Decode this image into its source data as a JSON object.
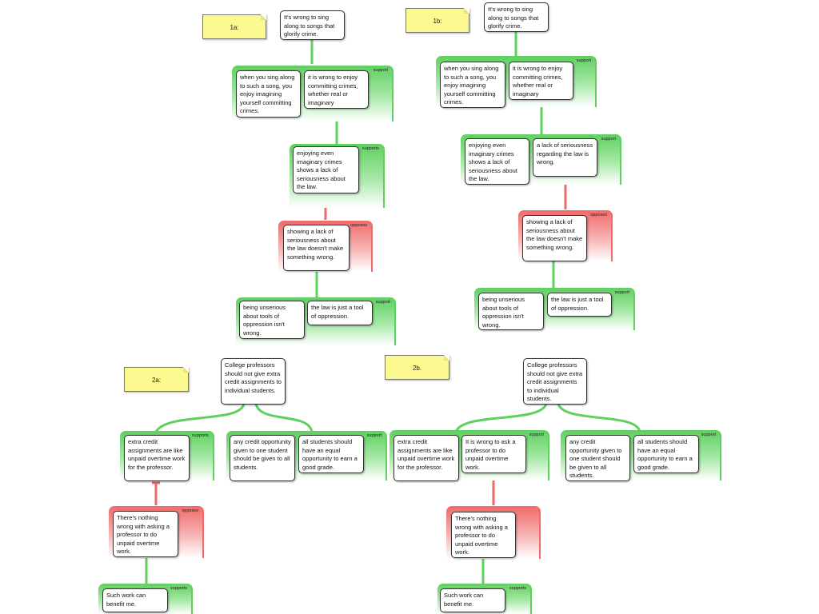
{
  "colors": {
    "support": "#5fd05f",
    "oppose": "#f06a6a",
    "note": "#fcf990",
    "node_border": "#333333"
  },
  "labels": {
    "support": "support",
    "supports": "supports",
    "opposes": "opposes"
  },
  "maps": [
    {
      "id": "1a",
      "note": "1a:",
      "claim": "It's wrong to sing along to songs that glorify crime.",
      "support1": [
        "when you sing along to such a song, you enjoy imagining yourself committing crimes.",
        "it is wrong to enjoy committing crimes, whether real or imaginary"
      ],
      "support2": [
        "enjoying even imaginary crimes shows a lack of seriousness about the law."
      ],
      "objection": "showing a lack of seriousness about the law doesn't make something wrong.",
      "support3": [
        "being unserious about tools of oppression isn't wrong.",
        "the law is just a tool of oppression."
      ]
    },
    {
      "id": "1b",
      "note": "1b:",
      "claim": "It's wrong to sing along to songs that glorify crime.",
      "support1": [
        "when you sing along to such a song, you enjoy imagining yourself committing crimes.",
        "it is wrong to enjoy committing crimes, whether real or imaginary"
      ],
      "support2": [
        "enjoying even imaginary crimes shows a lack of seriousness about the law.",
        "a lack of seriousness regarding the law is wrong."
      ],
      "objection": "showing a lack of seriousness about the law doesn't make something wrong.",
      "support3": [
        "being unserious about tools of oppression isn't wrong.",
        "the law is just a tool of oppression."
      ]
    },
    {
      "id": "2a",
      "note": "2a:",
      "claim": "College professors should not give extra credit assignments to individual students.",
      "reasonA": [
        "extra credit assignments are like unpaid overtime work for the professor."
      ],
      "reasonB": [
        "any credit opportunity given to one student should be given to all students.",
        "all students should have an equal opportunity to earn a good grade."
      ],
      "objection": "There's nothing wrong with asking a professor to do unpaid overtime work.",
      "rebuttal": "Such work can benefit me."
    },
    {
      "id": "2b",
      "note": "2b.",
      "claim": "College professors should not give extra credit assignments to individual students.",
      "reasonA": [
        "extra credit assignments are like unpaid overtime work for the professor.",
        "It is wrong to ask a professor to do unpaid overtime work."
      ],
      "reasonB": [
        "any credit opportunity given to one student should be given to all students.",
        "all students should have an equal opportunity to earn a good grade."
      ],
      "objection": "There's nothing wrong with asking a professor to do unpaid overtime work.",
      "rebuttal": "Such work can benefit me."
    }
  ]
}
